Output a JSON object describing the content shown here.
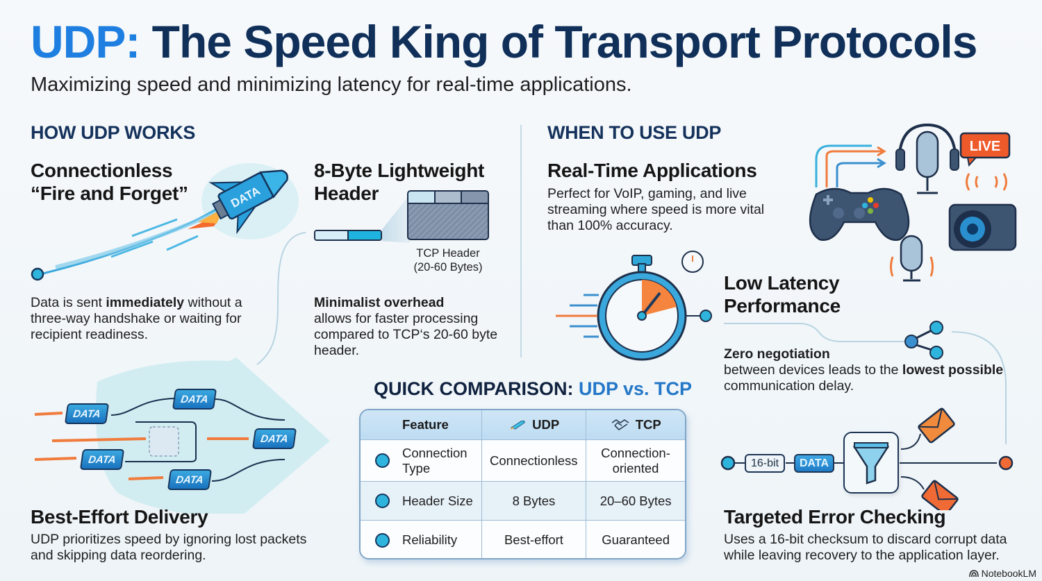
{
  "header": {
    "title_accent": "UDP:",
    "title_rest": "The Speed King of Transport Protocols",
    "subtitle": "Maximizing speed and minimizing latency for real-time applications."
  },
  "how_udp_works": {
    "heading": "HOW UDP WORKS",
    "connectionless": {
      "title_line1": "Connectionless",
      "title_line2": "“Fire and Forget”",
      "rocket_label": "DATA",
      "text_pre": "Data is sent ",
      "text_bold": "immediately",
      "text_post": " without a three-way handshake or waiting for recipient readiness."
    },
    "header": {
      "title_line1": "8-Byte Lightweight",
      "title_line2": "Header",
      "tcp_label_line1": "TCP Header",
      "tcp_label_line2": "(20-60 Bytes)",
      "text_bold": "Minimalist overhead",
      "text_post": "allows for faster processing compared to TCP‘s 20-60 byte header."
    },
    "best_effort": {
      "title": "Best-Effort Delivery",
      "packet_label": "DATA",
      "text": "UDP prioritizes speed by ignoring lost packets and skipping data reordering."
    }
  },
  "when_to_use": {
    "heading": "WHEN TO USE UDP",
    "realtime": {
      "title": "Real-Time Applications",
      "text": "Perfect for VoIP, gaming, and live streaming where speed is more vital than 100% accuracy.",
      "live_badge": "LIVE"
    },
    "latency": {
      "title_line1": "Low Latency",
      "title_line2": "Performance",
      "text_bold1": "Zero negotiation",
      "text_mid": "between devices leads to the ",
      "text_bold2": "lowest possible",
      "text_post": " communication delay."
    },
    "error_checking": {
      "title": "Targeted Error Checking",
      "pill_bits": "16-bit",
      "pill_data": "DATA",
      "text": "Uses a 16-bit checksum to discard corrupt data while leaving recovery to the application layer."
    }
  },
  "comparison": {
    "title_prefix": "QUICK COMPARISON: ",
    "title_accent": "UDP vs. TCP",
    "columns": [
      "Feature",
      "UDP",
      "TCP"
    ],
    "rows": [
      {
        "feature": "Connection Type",
        "udp": "Connectionless",
        "tcp": "Connection-oriented"
      },
      {
        "feature": "Header Size",
        "udp": "8 Bytes",
        "tcp": "20–60 Bytes"
      },
      {
        "feature": "Reliability",
        "udp": "Best-effort",
        "tcp": "Guaranteed"
      }
    ]
  },
  "footer": {
    "brand": "NotebookLM"
  },
  "colors": {
    "accent_blue": "#1f7fe0",
    "navy": "#10305a",
    "cyan": "#2fb5dd",
    "orange": "#f06a35"
  }
}
